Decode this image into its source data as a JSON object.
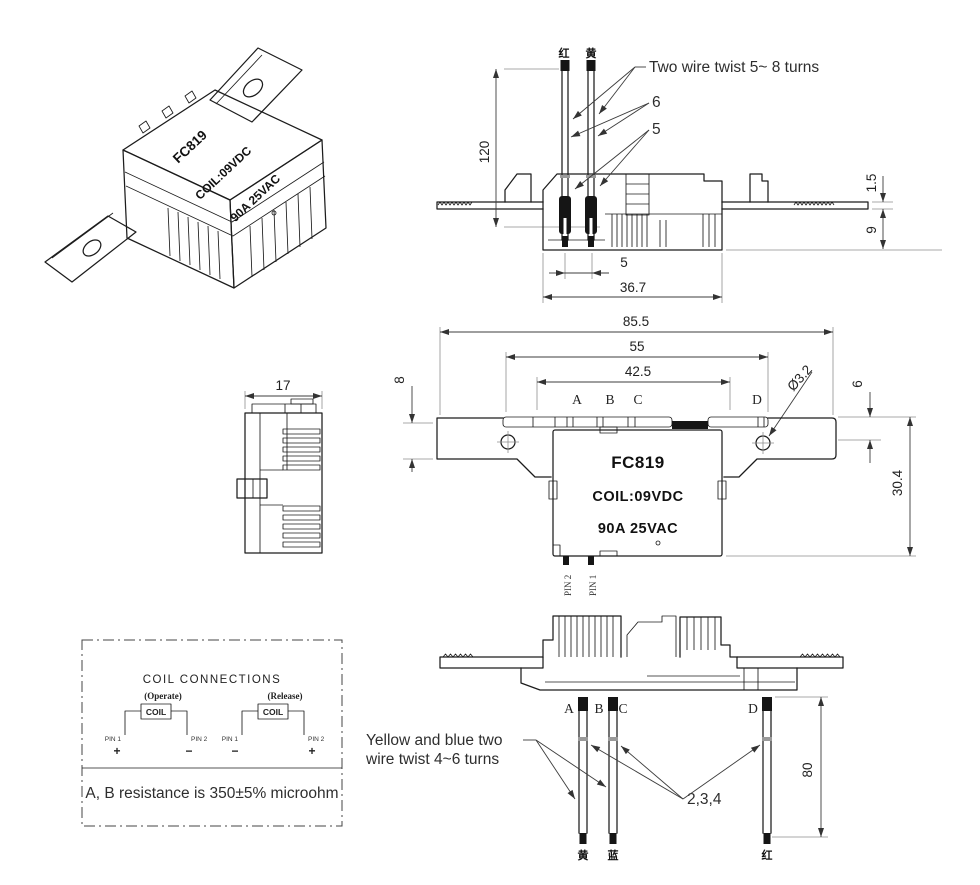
{
  "page": {
    "background": "#ffffff",
    "line_color": "#1c1c1c",
    "dim_color": "#3c3c3c"
  },
  "iso_view": {
    "model": "FC819",
    "coil": "COIL:09VDC",
    "rating": "90A  25VAC"
  },
  "top_view": {
    "wire_label_red": "红",
    "wire_label_yellow": "黄",
    "callout_twist": "Two wire twist 5~ 8 turns",
    "callout_6": "6",
    "callout_5": "5",
    "dim_wire_length": "120",
    "dim_tab_thickness": "1.5",
    "dim_tab_height": "9",
    "dim_pin_pitch": "5",
    "dim_body_width": "36.7"
  },
  "front_view": {
    "dim_overall_width": "85.5",
    "dim_flange_width": "55",
    "dim_pin_span": "42.5",
    "dim_bracket_height": "8",
    "dim_gap": "6",
    "dim_hole": "Ø3.2",
    "dim_height": "30.4",
    "pin_a": "A",
    "pin_b": "B",
    "pin_c": "C",
    "pin_d": "D",
    "model": "FC819",
    "coil": "COIL:09VDC",
    "rating": "90A  25VAC",
    "pin1": "PIN 1",
    "pin2": "PIN 2"
  },
  "side_view": {
    "dim_width": "17"
  },
  "coil_box": {
    "title": "COIL  CONNECTIONS",
    "operate_caption": "(Operate)",
    "release_caption": "(Release)",
    "coil_label": "COIL",
    "pin1": "PIN 1",
    "pin2": "PIN 2",
    "operate_pin1_sign": "+",
    "operate_pin2_sign": "−",
    "release_pin1_sign": "−",
    "release_pin2_sign": "+",
    "note": "A, B resistance is 350±5% microohm"
  },
  "bottom_view": {
    "pin_a": "A",
    "pin_b": "B",
    "pin_c": "C",
    "pin_d": "D",
    "wire_label_yellow": "黄",
    "wire_label_blue": "蓝",
    "wire_label_red": "红",
    "callout_twist_line1": "Yellow and blue two",
    "callout_twist_line2": "wire twist 4~6 turns",
    "callout_group": "2,3,4",
    "dim_wire_length": "80"
  }
}
